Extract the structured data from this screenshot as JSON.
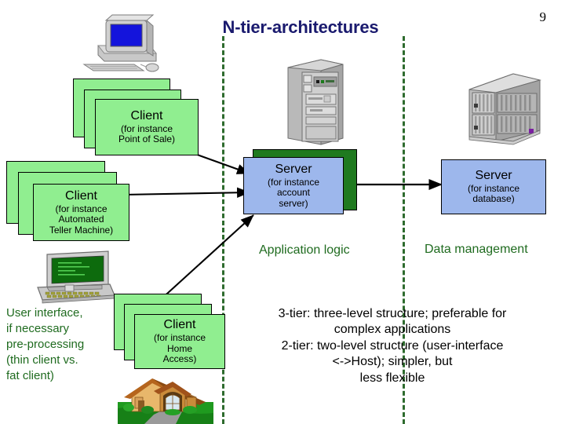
{
  "slide": {
    "title": "N-tier-architectures",
    "page_number": "9"
  },
  "colors": {
    "title": "#1a1a6e",
    "client_box": "#90ee90",
    "server_box": "#9db7ec",
    "server_shadow": "#1f7a1f",
    "caption_green": "#1f6b1f",
    "divider": "#2e6b2e"
  },
  "boxes": {
    "client_pos": {
      "title": "Client",
      "sub": "(for instance\nPoint of Sale)"
    },
    "client_atm": {
      "title": "Client",
      "sub": "(for instance\nAutomated\nTeller Machine)"
    },
    "client_home": {
      "title": "Client",
      "sub": "(for instance\nHome\nAccess)"
    },
    "server_account": {
      "title": "Server",
      "sub": "(for instance\naccount\nserver)"
    },
    "server_database": {
      "title": "Server",
      "sub": "(for instance\ndatabase)"
    }
  },
  "captions": {
    "user_interface": "User interface,\nif necessary\npre-processing\n(thin client vs.\nfat client)",
    "application_logic": "Application logic",
    "data_management": "Data management"
  },
  "note": {
    "text": "3-tier: three-level structure; preferable for\ncomplex applications\n2-tier: two-level structure (user-interface\n<->Host); simpler, but\nless flexible"
  },
  "icons": {
    "desktop_pc": "desktop-computer-icon",
    "tower_server": "tower-server-icon",
    "rack_database": "rack-database-icon",
    "laptop": "laptop-icon",
    "house": "house-icon"
  }
}
